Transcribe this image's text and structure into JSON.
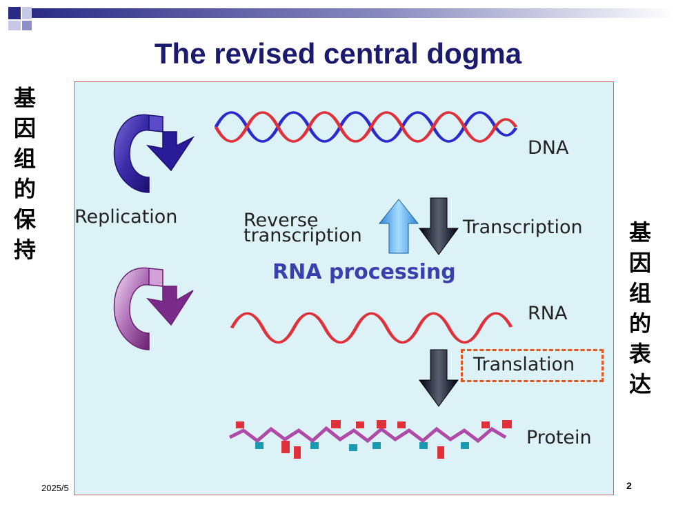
{
  "slide": {
    "title": "The revised central dogma",
    "left_vertical": [
      "基",
      "因",
      "组",
      "的",
      "保",
      "持"
    ],
    "right_vertical": [
      "基",
      "因",
      "组",
      "的",
      "表",
      "达"
    ],
    "date": "2025/5",
    "page_number": "2"
  },
  "diagram": {
    "labels": {
      "dna": "DNA",
      "rna": "RNA",
      "protein": "Protein",
      "replication": "Replication",
      "reverse_line1": "Reverse",
      "reverse_line2": "transcription",
      "transcription": "Transcription",
      "rna_processing": "RNA processing",
      "translation": "Translation"
    },
    "colors": {
      "title": "#1a1a6e",
      "dna_strand_blue": "#2a2ad0",
      "dna_strand_red": "#e0303a",
      "rna_strand": "#e0303a",
      "up_arrow": "#4aa8e8",
      "down_arrow": "#111122",
      "translation_box": "#e0561e"
    }
  }
}
